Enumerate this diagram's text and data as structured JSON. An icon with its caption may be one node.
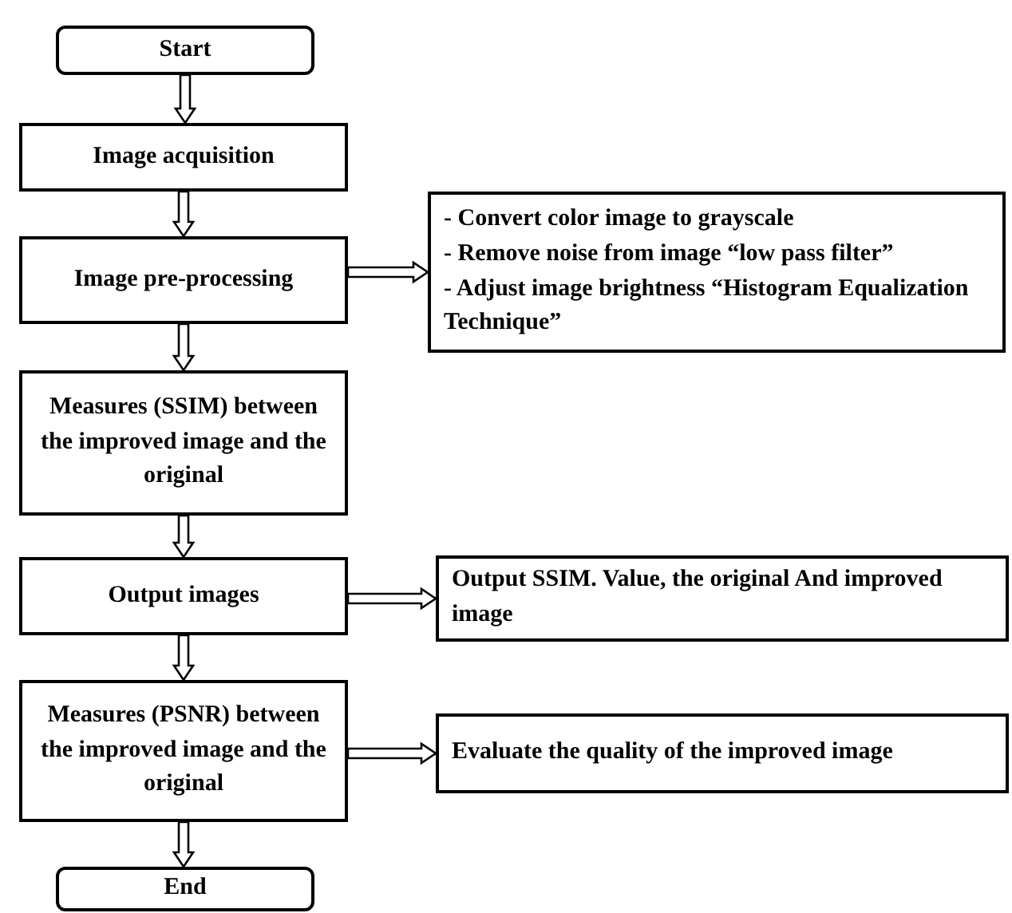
{
  "diagram": {
    "nodes": [
      {
        "text": [
          "Start"
        ]
      },
      {
        "text": [
          "Image acquisition"
        ]
      },
      {
        "text": [
          "Image pre-processing"
        ]
      },
      {
        "text": [
          "- Convert color image to grayscale",
          "- Remove noise from image “low pass filter”",
          "- Adjust image brightness “Histogram Equalization Technique”"
        ]
      },
      {
        "text": [
          "Measures (SSIM) between the improved image and the original"
        ]
      },
      {
        "text": [
          "Output images"
        ]
      },
      {
        "text": [
          "Output SSIM. Value, the original And improved image"
        ]
      },
      {
        "text": [
          "Measures (PSNR) between the improved image and the original"
        ]
      },
      {
        "text": [
          "Evaluate the quality of the improved image"
        ]
      },
      {
        "text": [
          "End"
        ]
      }
    ],
    "edges": [
      {
        "from": 0,
        "to": 1,
        "arrow": "to"
      },
      {
        "from": 1,
        "to": 2,
        "arrow": "to"
      },
      {
        "from": 2,
        "to": 3,
        "arrow": "to"
      },
      {
        "from": 2,
        "to": 4,
        "arrow": "to"
      },
      {
        "from": 4,
        "to": 5,
        "arrow": "to"
      },
      {
        "from": 5,
        "to": 6,
        "arrow": "to"
      },
      {
        "from": 5,
        "to": 7,
        "arrow": "to"
      },
      {
        "from": 7,
        "to": 8,
        "arrow": "to"
      },
      {
        "from": 7,
        "to": 9,
        "arrow": "to"
      }
    ]
  }
}
